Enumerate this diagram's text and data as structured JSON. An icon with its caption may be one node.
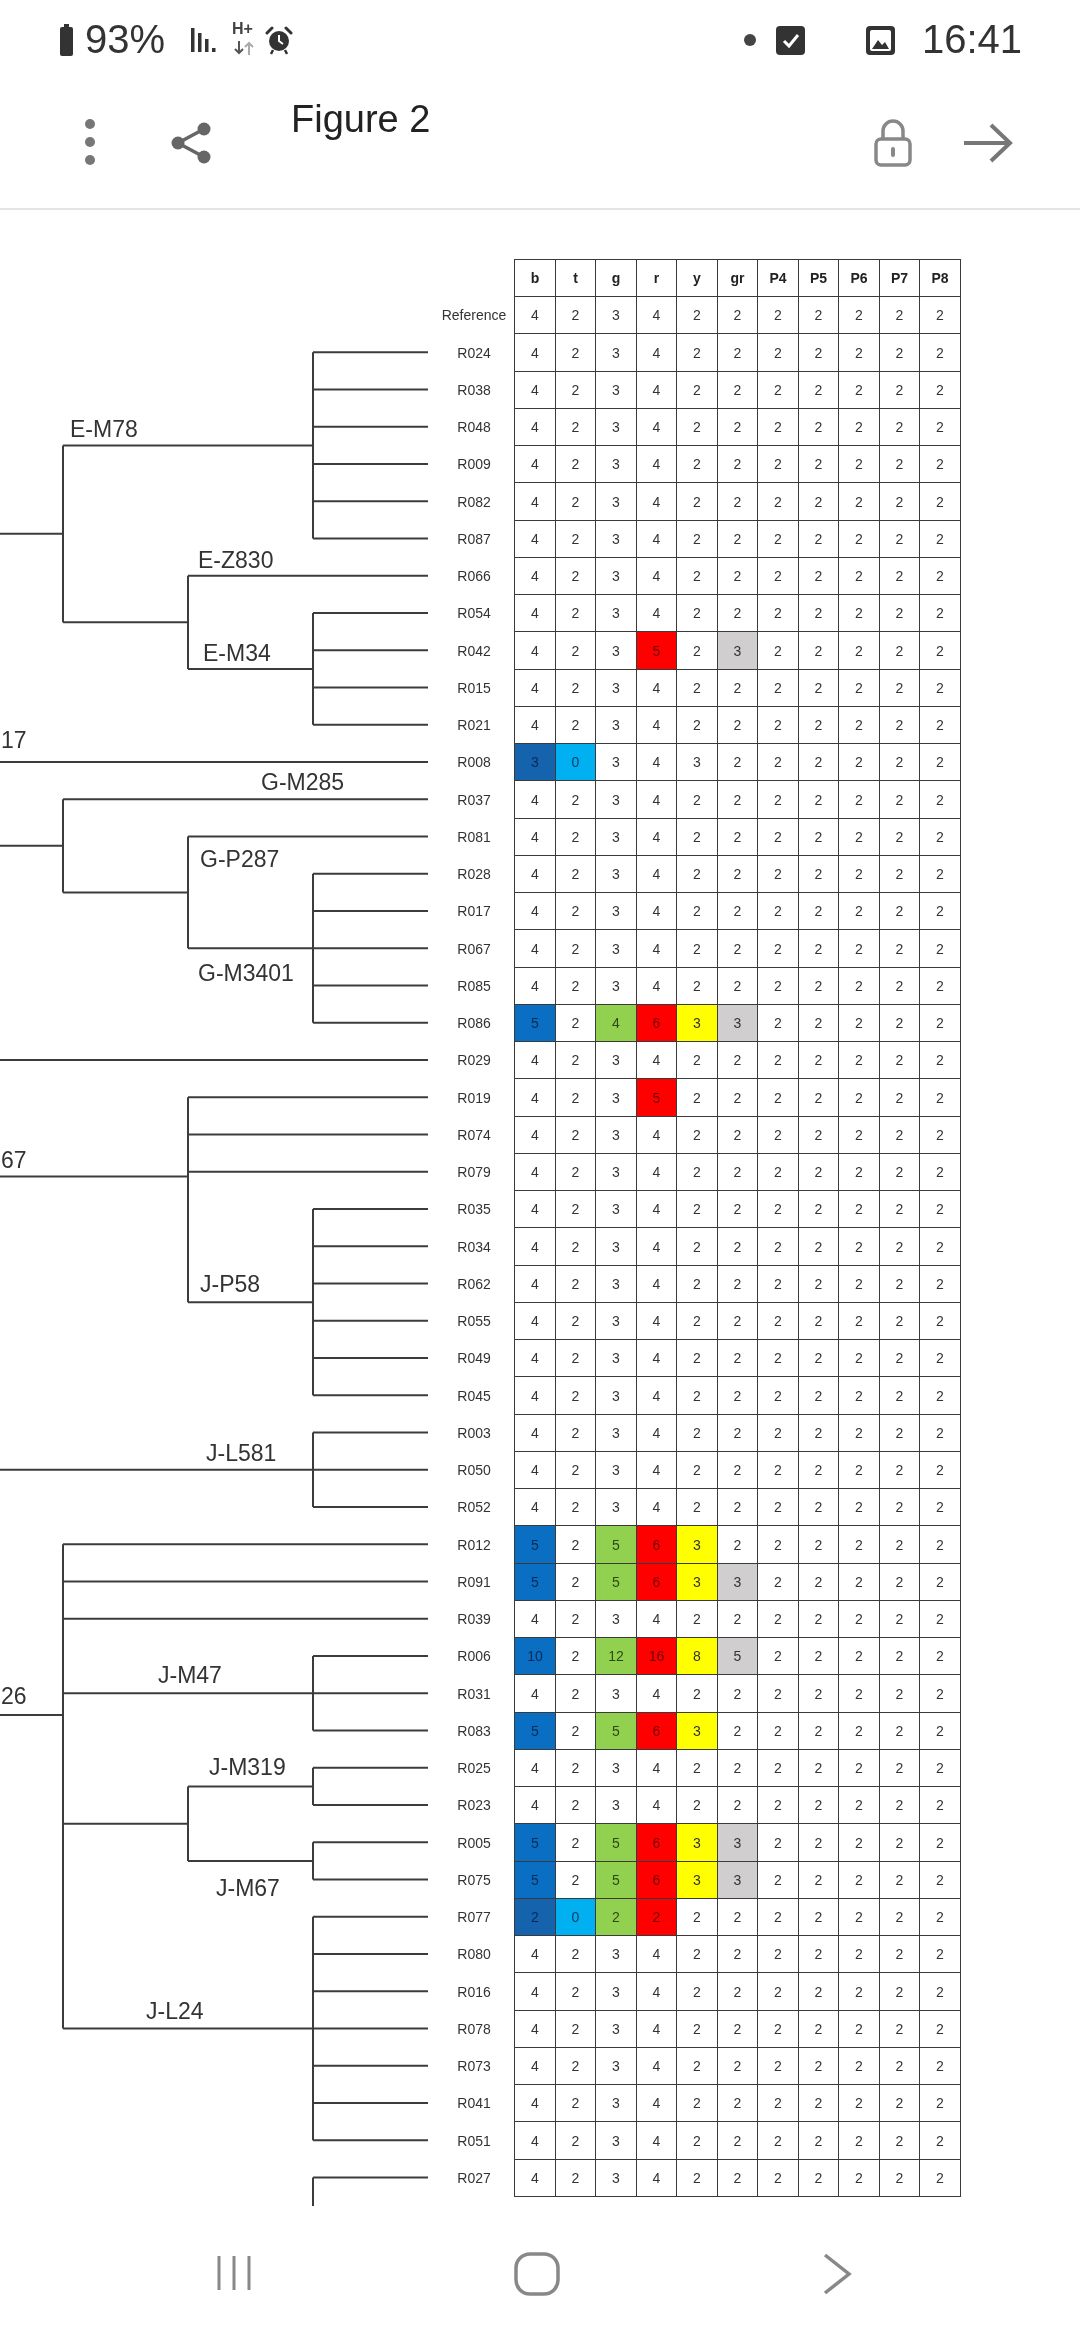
{
  "diagram": {
    "title": "Figure 2",
    "labels": [
      "93%",
      "H+",
      "16:41",
      "E-M78",
      "E-Z830",
      "E-M34",
      "17",
      "G-M285",
      "G-P287",
      "G-M3401",
      "67",
      "J-P58",
      "J-L581",
      "26",
      "J-M47",
      "J-M319",
      "J-M67",
      "J-L24",
      "b",
      "t",
      "g",
      "r",
      "y",
      "gr",
      "P4",
      "P5",
      "P6",
      "P7",
      "P8",
      "Reference",
      "4",
      "2",
      "3",
      "4",
      "2",
      "2",
      "2",
      "2",
      "2",
      "2",
      "2",
      "R024",
      "4",
      "2",
      "3",
      "4",
      "2",
      "2",
      "2",
      "2",
      "2",
      "2",
      "2",
      "R038",
      "4",
      "2",
      "3",
      "4",
      "2",
      "2",
      "2",
      "2",
      "2",
      "2",
      "2",
      "R048",
      "4",
      "2",
      "3",
      "4",
      "2",
      "2",
      "2",
      "2",
      "2",
      "2",
      "2",
      "R009",
      "4",
      "2",
      "3",
      "4",
      "2",
      "2",
      "2",
      "2",
      "2",
      "2",
      "2",
      "R082",
      "4",
      "2",
      "3",
      "4",
      "2",
      "2",
      "2",
      "2",
      "2",
      "2",
      "2",
      "R087",
      "4",
      "2",
      "3",
      "4",
      "2",
      "2",
      "2",
      "2",
      "2",
      "2",
      "2",
      "R066",
      "4",
      "2",
      "3",
      "4",
      "2",
      "2",
      "2",
      "2",
      "2",
      "2",
      "2",
      "R054",
      "4",
      "2",
      "3",
      "4",
      "2",
      "2",
      "2",
      "2",
      "2",
      "2",
      "2",
      "R042",
      "4",
      "2",
      "3",
      "5",
      "2",
      "3",
      "2",
      "2",
      "2",
      "2",
      "2",
      "R015",
      "4",
      "2",
      "3",
      "4",
      "2",
      "2",
      "2",
      "2",
      "2",
      "2",
      "2",
      "R021",
      "4",
      "2",
      "3",
      "4",
      "2",
      "2",
      "2",
      "2",
      "2",
      "2",
      "2",
      "R008",
      "3",
      "0",
      "3",
      "4",
      "3",
      "2",
      "2",
      "2",
      "2",
      "2",
      "2",
      "R037",
      "4",
      "2",
      "3",
      "4",
      "2",
      "2",
      "2",
      "2",
      "2",
      "2",
      "2",
      "R081",
      "4",
      "2",
      "3",
      "4",
      "2",
      "2",
      "2",
      "2",
      "2",
      "2",
      "2",
      "R028",
      "4",
      "2",
      "3",
      "4",
      "2",
      "2",
      "2",
      "2",
      "2",
      "2",
      "2",
      "R017",
      "4",
      "2",
      "3",
      "4",
      "2",
      "2",
      "2",
      "2",
      "2",
      "2",
      "2",
      "R067",
      "4",
      "2",
      "3",
      "4",
      "2",
      "2",
      "2",
      "2",
      "2",
      "2",
      "2",
      "R085",
      "4",
      "2",
      "3",
      "4",
      "2",
      "2",
      "2",
      "2",
      "2",
      "2",
      "2",
      "R086",
      "5",
      "2",
      "4",
      "6",
      "3",
      "3",
      "2",
      "2",
      "2",
      "2",
      "2",
      "R029",
      "4",
      "2",
      "3",
      "4",
      "2",
      "2",
      "2",
      "2",
      "2",
      "2",
      "2",
      "R019",
      "4",
      "2",
      "3",
      "5",
      "2",
      "2",
      "2",
      "2",
      "2",
      "2",
      "2",
      "R074",
      "4",
      "2",
      "3",
      "4",
      "2",
      "2",
      "2",
      "2",
      "2",
      "2",
      "2",
      "R079",
      "4",
      "2",
      "3",
      "4",
      "2",
      "2",
      "2",
      "2",
      "2",
      "2",
      "2",
      "R035",
      "4",
      "2",
      "3",
      "4",
      "2",
      "2",
      "2",
      "2",
      "2",
      "2",
      "2",
      "R034",
      "4",
      "2",
      "3",
      "4",
      "2",
      "2",
      "2",
      "2",
      "2",
      "2",
      "2",
      "R062",
      "4",
      "2",
      "3",
      "4",
      "2",
      "2",
      "2",
      "2",
      "2",
      "2",
      "2",
      "R055",
      "4",
      "2",
      "3",
      "4",
      "2",
      "2",
      "2",
      "2",
      "2",
      "2",
      "2",
      "R049",
      "4",
      "2",
      "3",
      "4",
      "2",
      "2",
      "2",
      "2",
      "2",
      "2",
      "2",
      "R045",
      "4",
      "2",
      "3",
      "4",
      "2",
      "2",
      "2",
      "2",
      "2",
      "2",
      "2",
      "R003",
      "4",
      "2",
      "3",
      "4",
      "2",
      "2",
      "2",
      "2",
      "2",
      "2",
      "2",
      "R050",
      "4",
      "2",
      "3",
      "4",
      "2",
      "2",
      "2",
      "2",
      "2",
      "2",
      "2",
      "R052",
      "4",
      "2",
      "3",
      "4",
      "2",
      "2",
      "2",
      "2",
      "2",
      "2",
      "2",
      "R012",
      "5",
      "2",
      "5",
      "6",
      "3",
      "2",
      "2",
      "2",
      "2",
      "2",
      "2",
      "R091",
      "5",
      "2",
      "5",
      "6",
      "3",
      "3",
      "2",
      "2",
      "2",
      "2",
      "2",
      "R039",
      "4",
      "2",
      "3",
      "4",
      "2",
      "2",
      "2",
      "2",
      "2",
      "2",
      "2",
      "R006",
      "10",
      "2",
      "12",
      "16",
      "8",
      "5",
      "2",
      "2",
      "2",
      "2",
      "2",
      "R031",
      "4",
      "2",
      "3",
      "4",
      "2",
      "2",
      "2",
      "2",
      "2",
      "2",
      "2",
      "R083",
      "5",
      "2",
      "5",
      "6",
      "3",
      "2",
      "2",
      "2",
      "2",
      "2",
      "2",
      "R025",
      "4",
      "2",
      "3",
      "4",
      "2",
      "2",
      "2",
      "2",
      "2",
      "2",
      "2",
      "R023",
      "4",
      "2",
      "3",
      "4",
      "2",
      "2",
      "2",
      "2",
      "2",
      "2",
      "2",
      "R005",
      "5",
      "2",
      "5",
      "6",
      "3",
      "3",
      "2",
      "2",
      "2",
      "2",
      "2",
      "R075",
      "5",
      "2",
      "5",
      "6",
      "3",
      "3",
      "2",
      "2",
      "2",
      "2",
      "2",
      "R077",
      "2",
      "0",
      "2",
      "2",
      "2",
      "2",
      "2",
      "2",
      "2",
      "2",
      "2",
      "R080",
      "4",
      "2",
      "3",
      "4",
      "2",
      "2",
      "2",
      "2",
      "2",
      "2",
      "2",
      "R016",
      "4",
      "2",
      "3",
      "4",
      "2",
      "2",
      "2",
      "2",
      "2",
      "2",
      "2",
      "R078",
      "4",
      "2",
      "3",
      "4",
      "2",
      "2",
      "2",
      "2",
      "2",
      "2",
      "2",
      "R073",
      "4",
      "2",
      "3",
      "4",
      "2",
      "2",
      "2",
      "2",
      "2",
      "2",
      "2",
      "R041",
      "4",
      "2",
      "3",
      "4",
      "2",
      "2",
      "2",
      "2",
      "2",
      "2",
      "2",
      "R051",
      "4",
      "2",
      "3",
      "4",
      "2",
      "2",
      "2",
      "2",
      "2",
      "2",
      "2",
      "R027",
      "4",
      "2",
      "3",
      "4",
      "2",
      "2",
      "2",
      "2",
      "2",
      "2",
      "2"
    ]
  }
}
